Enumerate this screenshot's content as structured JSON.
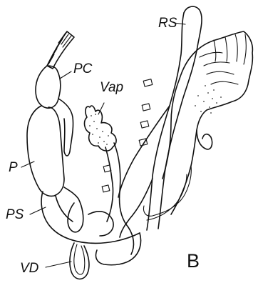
{
  "figure": {
    "panel_letter": "B",
    "labels": {
      "rs": "RS",
      "pc": "PC",
      "vap": "Vap",
      "p": "P",
      "ps": "PS",
      "vd": "VD"
    }
  }
}
